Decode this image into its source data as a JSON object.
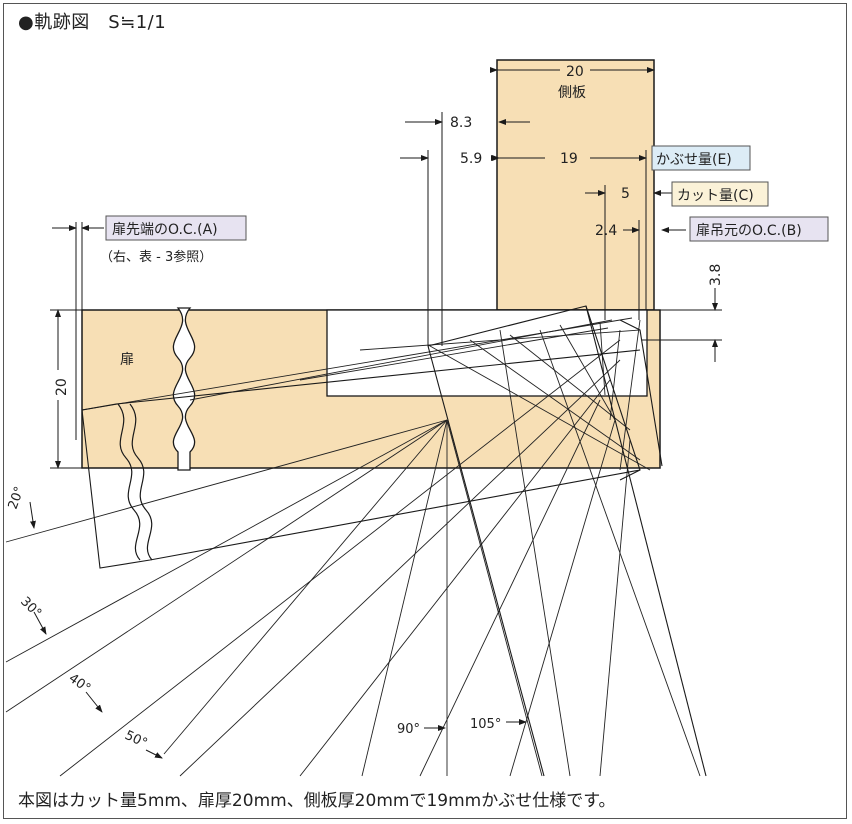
{
  "title": "●軌跡図　S≒1/1",
  "footnote": "本図はカット量5mm、扉厚20mm、側板厚20mmで19mmかぶせ仕様です。",
  "colors": {
    "panel_fill": "#f7dfb5",
    "white_fill": "#ffffff",
    "line": "#1a1a1a",
    "box_blue": "#dcecf6",
    "box_lilac": "#e7e3f1",
    "box_cream": "#fbf2d8"
  },
  "side_panel": {
    "width_dim": "20",
    "label": "側板"
  },
  "door": {
    "label": "扉",
    "thickness_dim": "20"
  },
  "dims": {
    "d83": "8.3",
    "d59": "5.9",
    "d19": "19",
    "d5": "5",
    "d24": "2.4",
    "d38": "3.8"
  },
  "boxes": {
    "overlay_E": "かぶせ量(E)",
    "cut_C": "カット量(C)",
    "oc_B": "扉吊元のO.C.(B)",
    "oc_A": "扉先端のO.C.(A)"
  },
  "note_A": "（右、表 - 3参照）",
  "angles": [
    "20°",
    "30°",
    "40°",
    "50°",
    "90°",
    "105°"
  ]
}
